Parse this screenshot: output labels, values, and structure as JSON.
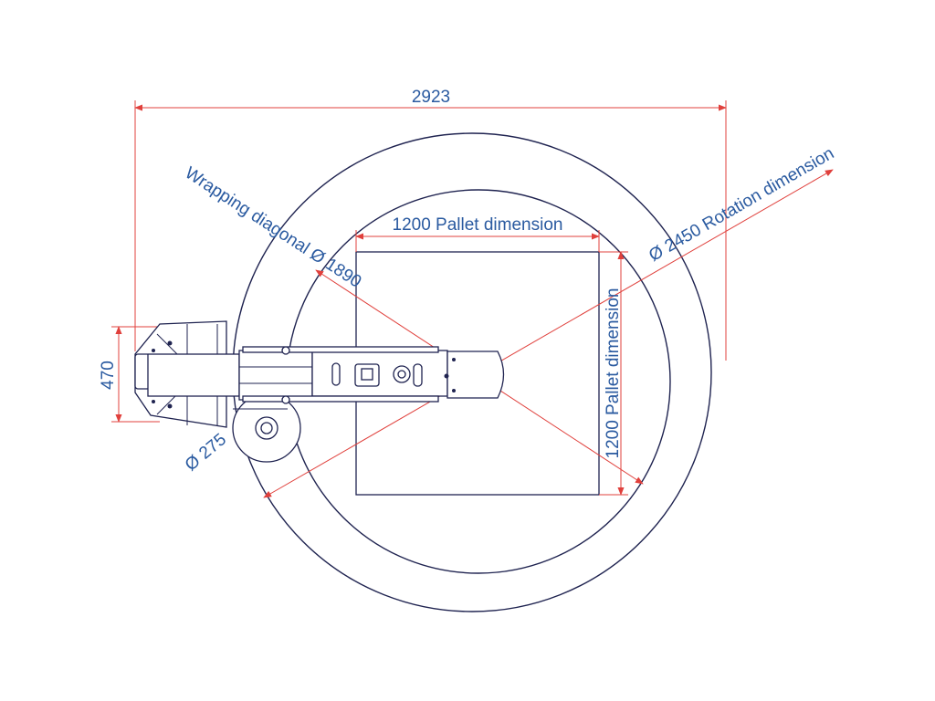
{
  "colors": {
    "outline": "#1f2350",
    "dimension": "#e0403c",
    "text": "#2a5aa0"
  },
  "labels": {
    "overall_width": "2923",
    "arm_width": "470",
    "mast_diameter": "Ø 275",
    "wrapping_diagonal": "Wrapping diagonal Ø 1890",
    "rotation_dimension": "Ø 2450 Rotation dimension",
    "pallet_width": "1200 Pallet dimension",
    "pallet_depth": "1200 Pallet dimension"
  }
}
